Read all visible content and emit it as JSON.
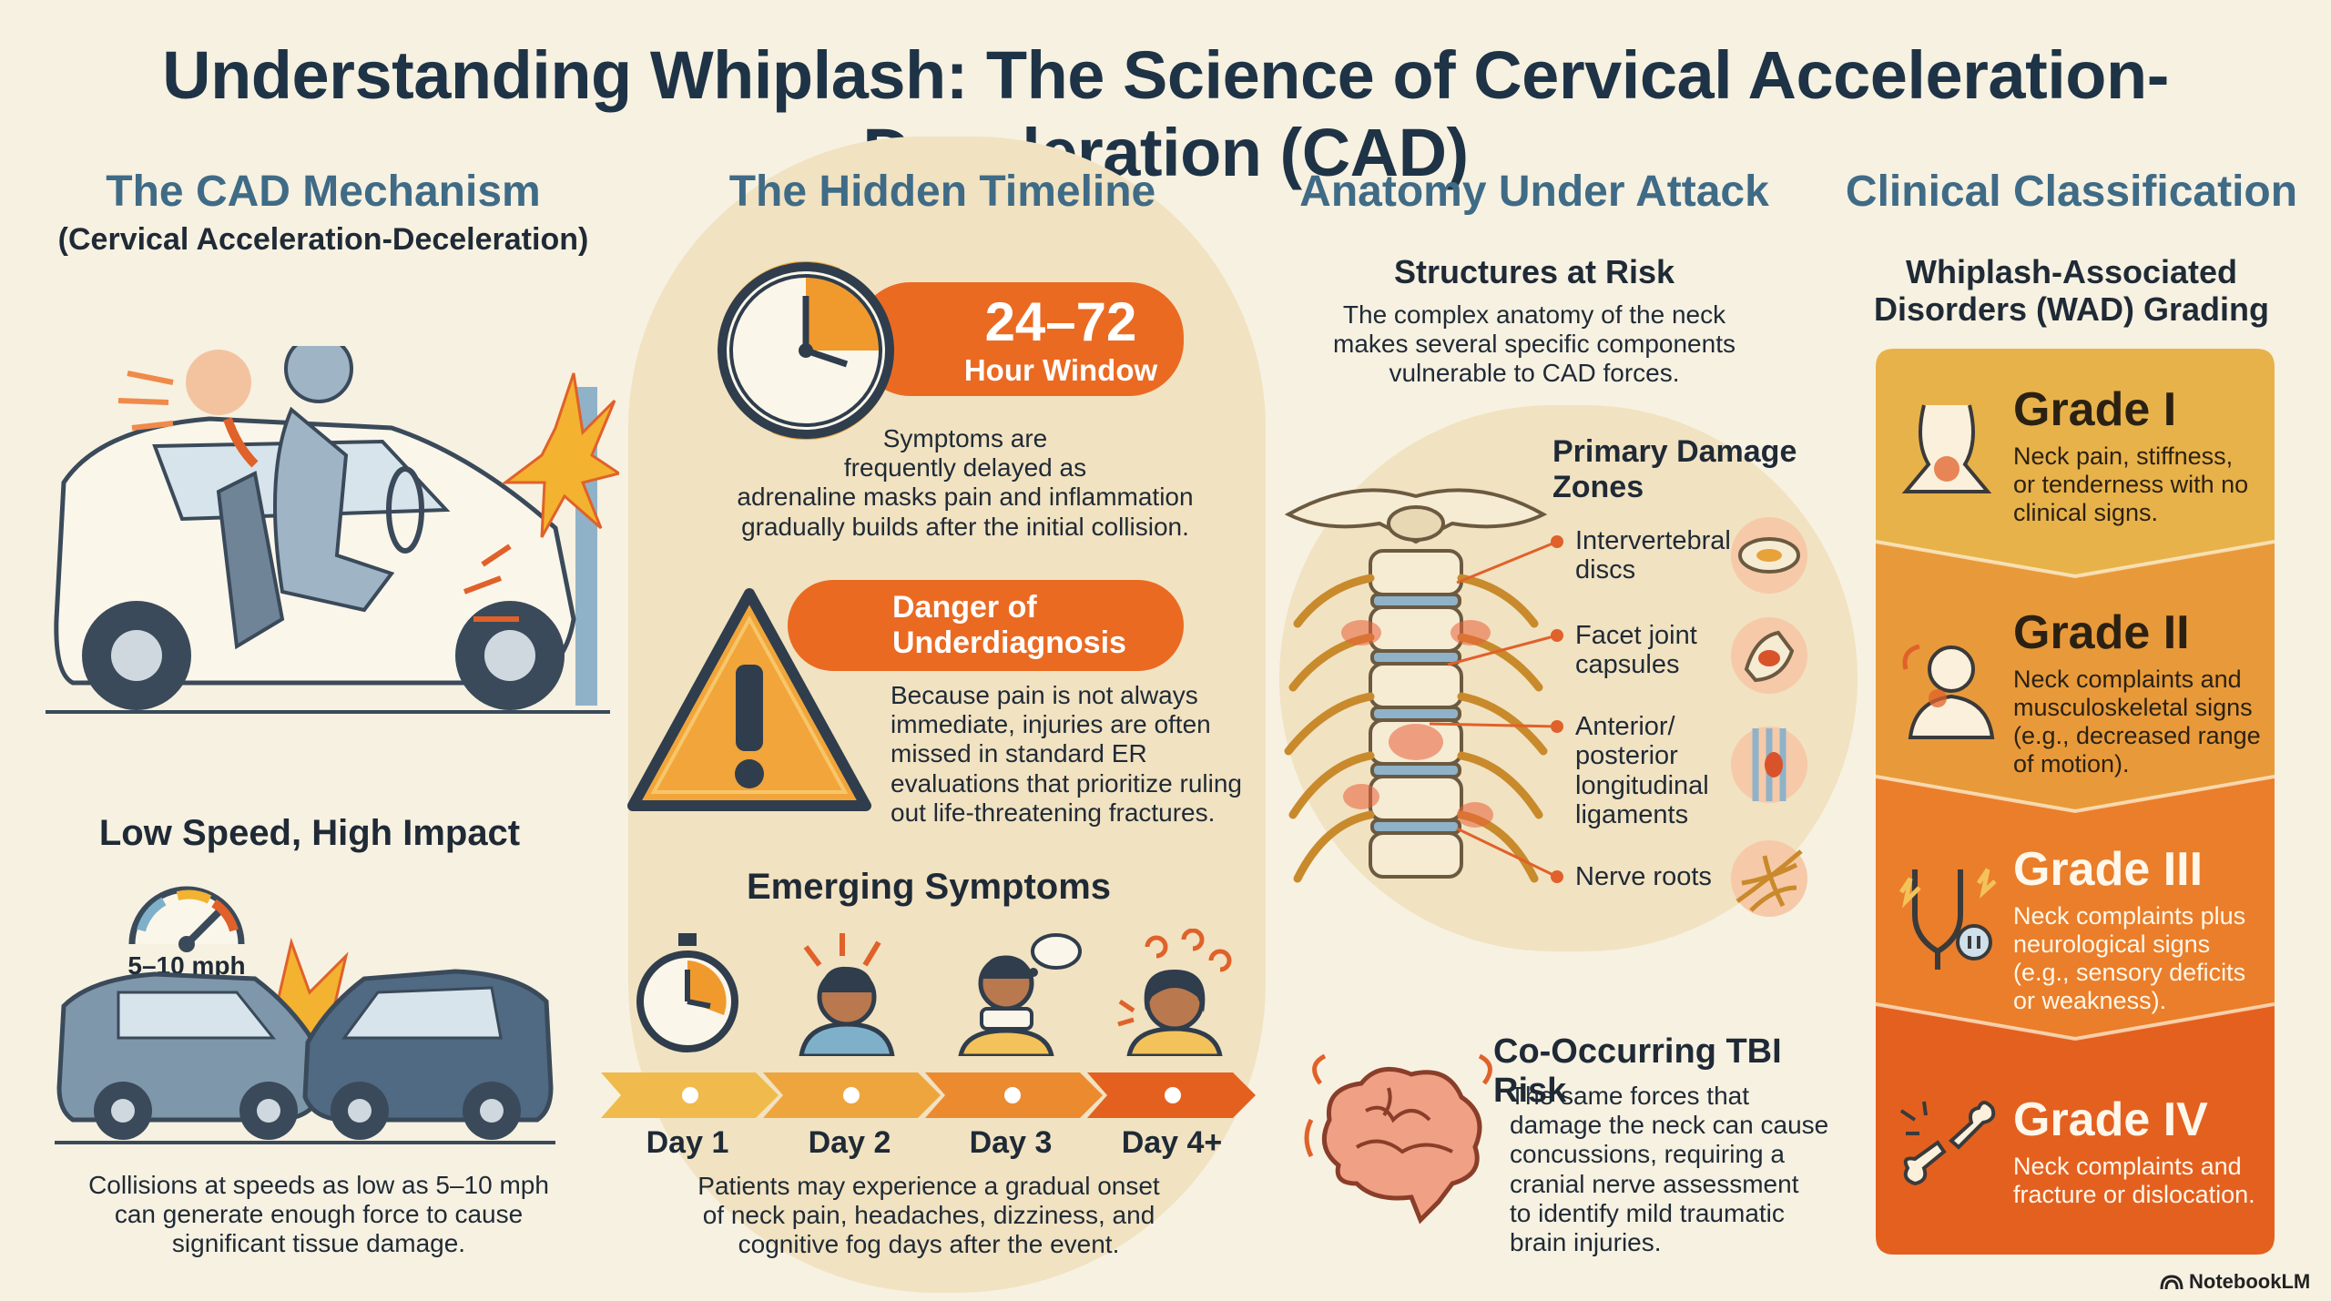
{
  "header": {
    "title": "Understanding Whiplash: The Science of Cervical Acceleration-Deceleration (CAD)"
  },
  "cad": {
    "heading": "The CAD Mechanism",
    "subheading": "(Cervical Acceleration-Deceleration)",
    "low_speed_heading": "Low Speed, High Impact",
    "speed_label": "5–10 mph",
    "low_speed_text_1": "Collisions at speeds as low as 5–10 mph",
    "low_speed_text_2": "can generate enough force to cause",
    "low_speed_text_3": "significant tissue damage."
  },
  "timeline": {
    "heading": "The Hidden Timeline",
    "window_value": "24–72",
    "window_label": "Hour Window",
    "delay_text_1": "Symptoms are",
    "delay_text_2": "frequently delayed as",
    "delay_text_3": "adrenaline masks pain and inflammation",
    "delay_text_4": "gradually builds after the initial collision.",
    "danger_title_1": "Danger of",
    "danger_title_2": "Underdiagnosis",
    "danger_text_1": "Because pain is not always",
    "danger_text_2": "immediate, injuries are often",
    "danger_text_3": "missed in standard ER",
    "danger_text_4": "evaluations that prioritize ruling",
    "danger_text_5": "out life-threatening fractures.",
    "symptoms_heading": "Emerging Symptoms",
    "days": [
      "Day 1",
      "Day 2",
      "Day 3",
      "Day 4+"
    ],
    "symptoms_text_1": "Patients may experience a gradual onset",
    "symptoms_text_2": "of neck pain, headaches, dizziness, and",
    "symptoms_text_3": "cognitive fog days after the event."
  },
  "anatomy": {
    "heading": "Anatomy Under Attack",
    "structures_heading": "Structures at Risk",
    "structures_text_1": "The complex anatomy of the neck",
    "structures_text_2": "makes several specific components",
    "structures_text_3": "vulnerable to CAD forces.",
    "zones_heading_1": "Primary Damage",
    "zones_heading_2": "Zones",
    "zones": [
      {
        "line1": "Intervertebral",
        "line2": "discs",
        "line3": ""
      },
      {
        "line1": "Facet joint",
        "line2": "capsules",
        "line3": ""
      },
      {
        "line1": "Anterior/",
        "line2": "posterior",
        "line3": "longitudinal",
        "line4": "ligaments"
      },
      {
        "line1": "Nerve roots",
        "line2": "",
        "line3": ""
      }
    ],
    "tbi_heading": "Co-Occurring TBI Risk",
    "tbi_text_1": "The same forces that",
    "tbi_text_2": "damage the neck can cause",
    "tbi_text_3": "concussions, requiring a",
    "tbi_text_4": "cranial nerve assessment",
    "tbi_text_5": "to identify mild traumatic",
    "tbi_text_6": "brain injuries."
  },
  "classification": {
    "heading": "Clinical Classification",
    "subheading_1": "Whiplash-Associated",
    "subheading_2": "Disorders (WAD) Grading",
    "grades": [
      {
        "title": "Grade I",
        "d1": "Neck pain, stiffness,",
        "d2": "or tenderness with no",
        "d3": "clinical signs.",
        "d4": ""
      },
      {
        "title": "Grade II",
        "d1": "Neck complaints and",
        "d2": "musculoskeletal signs",
        "d3": "(e.g., decreased range",
        "d4": "of motion)."
      },
      {
        "title": "Grade III",
        "d1": "Neck complaints plus",
        "d2": "neurological signs",
        "d3": "(e.g., sensory deficits",
        "d4": "or weakness)."
      },
      {
        "title": "Grade IV",
        "d1": "Neck complaints and",
        "d2": "fracture or dislocation.",
        "d3": "",
        "d4": ""
      }
    ],
    "grade_colors": [
      "#e8b24a",
      "#e89a3a",
      "#ea7e2a",
      "#e4601f"
    ]
  },
  "footer": {
    "brand": "NotebookLM"
  }
}
